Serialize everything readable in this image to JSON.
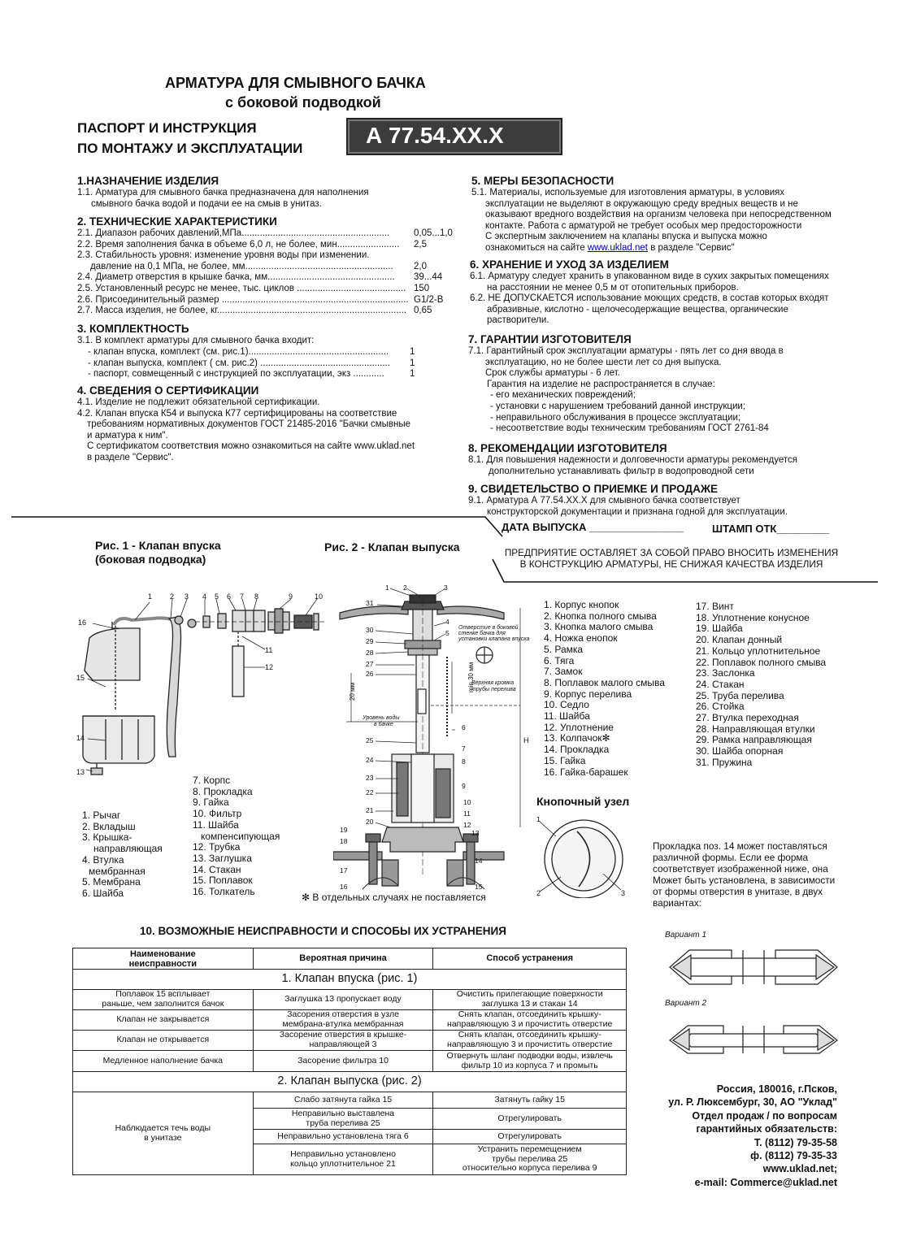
{
  "header": {
    "title1": "АРМАТУРА ДЛЯ СМЫВНОГО БАЧКА",
    "title2": "с боковой подводкой",
    "passport1": "ПАСПОРТ И ИНСТРУКЦИЯ",
    "passport2": "ПО МОНТАЖУ И ЭКСПЛУАТАЦИИ",
    "code": "А 77.54.XX.X"
  },
  "s1": {
    "h": "1.НАЗНАЧЕНИЕ ИЗДЕЛИЯ",
    "l1": "1.1. Арматура для смывного бачка предназначена для наполнения",
    "l2": "смывного бачка водой и подачи ее на смыв в унитаз."
  },
  "s2": {
    "h": "2. ТЕХНИЧЕСКИЕ ХАРАКТЕРИСТИКИ",
    "items": [
      {
        "l": "2.1. Диапазон рабочих давлений,МПа.........................................................",
        "v": "0,05...1,0"
      },
      {
        "l": "2.2. Время заполнения бачка в объеме 6,0 л, не более, мин........................",
        "v": "2,5"
      },
      {
        "l": "2.3. Стабильность уровня: изменение уровня воды при изменении.",
        "v": ""
      },
      {
        "l": "давление на 0,1 МПа, не более, мм.........................................................",
        "v": "2,0"
      },
      {
        "l": "2.4. Диаметр отверстия в крышке бачка, мм.................................................",
        "v": "39...44"
      },
      {
        "l": "2.5. Установленный ресурс не менее, тыс. циклов ..........................................",
        "v": "150"
      },
      {
        "l": "2.6. Присоединительный размер ........................................................................",
        "v": "G1/2-B"
      },
      {
        "l": "2.7. Масса изделия, не более, кг.........................................................................",
        "v": "0,65"
      }
    ]
  },
  "s3": {
    "h": "3. КОМПЛЕКТНОСТЬ",
    "l0": "3.1. В комплект арматуры для смывного бачка входит:",
    "items": [
      {
        "l": "- клапан впуска, комплект (см. рис.1)......................................................",
        "v": "1"
      },
      {
        "l": "- клапан выпуска, комплект ( см. рис.2) ..................................................",
        "v": "1"
      },
      {
        "l": "- паспорт, совмещенный с инструкцией по эксплуатации, экз ............",
        "v": "1"
      }
    ]
  },
  "s4": {
    "h": "4. СВЕДЕНИЯ О СЕРТИФИКАЦИИ",
    "lines": [
      "4.1. Изделие не подлежит обязательной сертификации.",
      "4.2. Клапан впуска К54 и выпуска К77 сертифицированы на соответствие",
      "требованиям нормативных документов ГОСТ 21485-2016 \"Бачки смывные",
      "и арматура к ним\".",
      "С сертификатом соответствия можно ознакомиться на сайте www.uklad.net",
      "в разделе \"Сервис\"."
    ]
  },
  "s5": {
    "h": "5. МЕРЫ БЕЗОПАСНОСТИ",
    "lines": [
      "5.1. Материалы, используемые для изготовления арматуры, в условиях",
      "эксплуатации не выделяют в окружающую среду вредных веществ и не",
      "оказывают вредного воздействия на организм человека при непосредственном",
      "контакте. Работа с арматурой не требует особых мер предосторожности",
      "С экспертным заключением на клапаны впуска и выпуска можно"
    ],
    "last_pre": "ознакомиться на сайте ",
    "link": "www.uklad.net",
    "last_post": " в разделе \"Сервис\""
  },
  "s6": {
    "h": "6. ХРАНЕНИЕ И УХОД ЗА ИЗДЕЛИЕМ",
    "lines": [
      "6.1. Арматуру следует хранить в упакованном виде в сухих закрытых помещениях",
      "на расстоянии не менее 0,5 м от отопительных приборов.",
      "6.2. НЕ ДОПУСКАЕТСЯ использование моющих средств, в состав которых входят",
      "абразивные, кислотно - щелочесодержащие вещества, органические",
      "растворители."
    ]
  },
  "s7": {
    "h": "7. ГАРАНТИИ ИЗГОТОВИТЕЛЯ",
    "lines": [
      "7.1. Гарантийный срок эксплуатации арматуры - пять лет со дня ввода в",
      "эксплуатацию, но не более шести лет со дня выпуска.",
      "Срок службы арматуры - 6 лет.",
      "Гарантия на изделие не распространяется в случае:",
      "- его механических повреждений;",
      "- установки с нарушением требований данной инструкции;",
      "- неправильного обслуживания в процессе эксплуатации;",
      "- несоответствие воды техническим требованиям ГОСТ 2761-84"
    ]
  },
  "s8": {
    "h": "8. РЕКОМЕНДАЦИИ ИЗГОТОВИТЕЛЯ",
    "lines": [
      "8.1.  Для повышения надежности и долговечности арматуры рекомендуется",
      "дополнительно устанавливать фильтр в водопроводной сети"
    ]
  },
  "s9": {
    "h": "9. СВИДЕТЕЛЬСТВО О ПРИЕМКЕ И ПРОДАЖЕ",
    "lines": [
      "9.1. Арматура А 77.54.XX.X  для смывного бачка соответствует",
      "конструкторской документации и признана годной для эксплуатации."
    ],
    "date": "ДАТА ВЫПУСКА ________________",
    "stamp": "ШТАМП ОТК_________"
  },
  "notice": {
    "l1": "ПРЕДПРИЯТИЕ ОСТАВЛЯЕТ ЗА СОБОЙ ПРАВО ВНОСИТЬ ИЗМЕНЕНИЯ",
    "l2": "В КОНСТРУКЦИЮ АРМАТУРЫ, НЕ СНИЖАЯ КАЧЕСТВА ИЗДЕЛИЯ"
  },
  "fig1": {
    "title1": "Рис. 1 - Клапан впуска",
    "title2": "(боковая подводка)",
    "legend_left": [
      "1. Рычаг",
      "2. Вкладыш",
      "3. Крышка-",
      "направляющая",
      "4. Втулка",
      "мембранная",
      "5. Мембрана",
      "6. Шайба"
    ],
    "legend_right": [
      "7. Корпс",
      "8. Прокладка",
      "9. Гайка",
      "10. Фильтр",
      "11. Шайба",
      "компенсипующая",
      "12. Трубка",
      "13. Заглушка",
      "14. Стакан",
      "15. Поплавок",
      "16. Толкатель"
    ],
    "callouts": [
      "1",
      "2",
      "3",
      "4",
      "5",
      "6",
      "7",
      "8",
      "9",
      "10",
      "11",
      "12",
      "13",
      "14",
      "15",
      "16"
    ]
  },
  "fig2": {
    "title": "Рис. 2 - Клапан выпуска",
    "legend_a": [
      "1. Корпус кнопок",
      "2. Кнопка полного смыва",
      "3. Кнопка малого смыва",
      "4. Ножка енопок",
      "5. Рамка",
      "6. Тяга",
      "7. Замок",
      "8. Поплавок малого смыва",
      "9. Корпус перелива",
      "10. Седло",
      "11. Шайба",
      "12. Уплотнение",
      "13. Колпачок",
      "14. Прокладка",
      "15. Гайка",
      "16. Гайка-барашек"
    ],
    "legend_b": [
      "17. Винт",
      "18. Уплотнение конусное",
      "19. Шайба",
      "20. Клапан донный",
      "21. Кольцо уплотнительное",
      "22. Поплавок полного смыва",
      "23. Заслонка",
      "24. Стакан",
      "25. Труба перелива",
      "26. Стойка",
      "27. Втулка переходная",
      "28. Направляющая втулки",
      "29. Рамка направляющая",
      "30. Шайба опорная",
      "31. Пружина"
    ],
    "star": "✻",
    "footnote": "В отдельных случаях не поставляется",
    "annot1": "Отверстие в боковой",
    "annot2": "стенке бачка для",
    "annot3": "установки клапана впуска",
    "dim20": "20 мм",
    "dim30": "min 30 мм",
    "dimH": "H",
    "edge1": "Верхняя кромка",
    "edge2": "трубы перелива",
    "level1": "Уровень воды",
    "level2": "в бачке",
    "callouts": [
      "1",
      "2",
      "3",
      "4",
      "5",
      "6",
      "7",
      "8",
      "9",
      "10",
      "11",
      "12",
      "13",
      "14",
      "15",
      "16",
      "17",
      "18",
      "19",
      "20",
      "21",
      "22",
      "23",
      "24",
      "25",
      "26",
      "27",
      "28",
      "29",
      "30",
      "31"
    ]
  },
  "button_unit": {
    "title": "Кнопочный узел",
    "c1": "1",
    "c2": "2",
    "c3": "3"
  },
  "gasket": {
    "lines": [
      "Прокладка поз. 14 может поставляться",
      "различной формы. Если ее форма",
      "соответствует изображенной ниже, она",
      "Может быть установлена, в зависимости",
      "от формы отверстия в унитазе, в двух",
      "вариантах:"
    ],
    "v1": "Вариант 1",
    "v2": "Вариант 2"
  },
  "s10": {
    "h": "10. ВОЗМОЖНЫЕ НЕИСПРАВНОСТИ И СПОСОБЫ ИХ УСТРАНЕНИЯ",
    "col1a": "Наименование",
    "col1b": "неисправности",
    "col2": "Вероятная причина",
    "col3": "Способ устранения",
    "sec1": "1. Клапан впуска (рис. 1)",
    "sec2": "2. Клапан выпуска (рис. 2)",
    "r1": {
      "a1": "Поплавок 15 всплывает",
      "a2": "раньше, чем заполнится бачок",
      "b": "Заглушка 13 пропускает воду",
      "c1": "Очистить прилегающие поверхности",
      "c2": "заглушка 13 и стакан 14"
    },
    "r2": {
      "a": "Клапан не закрывается",
      "b1": "Засорения отверстия в узле",
      "b2": "мембрана-втулка мембранная",
      "c1": "Снять клапан, отсоединить крышку-",
      "c2": "направляющую 3 и прочистить отверстие"
    },
    "r3": {
      "a": "Клапан не открывается",
      "b1": "Засорение отверстия в крышке-",
      "b2": "направляющей 3",
      "c1": "Снять клапан, отсоединить крышку-",
      "c2": "направляющую 3 и прочистить отверстие"
    },
    "r4": {
      "a": "Медленное наполнение бачка",
      "b": "Засорение фильтра 10",
      "c1": "Отвернуть шланг подводки воды, извлечь",
      "c2": "фильтр 10 из корпуса 7 и промыть"
    },
    "r5": {
      "a1": "Наблюдается течь воды",
      "a2": "в унитазе",
      "b1": "Слабо затянута гайка 15",
      "c1": "Затянуть гайку 15",
      "b2a": "Неправильно выставлена",
      "b2b": "труба перелива 25",
      "c2": "Отрегулировать",
      "b3": "Неправильно установлена тяга 6",
      "c3": "Отрегулировать",
      "b4a": "Неправильно установлено",
      "b4b": "кольцо уплотнительное 21",
      "c4a": "Устранить перемещением",
      "c4b": "трубы перелива 25",
      "c4c": "относительно корпуса перелива 9"
    }
  },
  "contacts": [
    "Россия, 180016, г.Псков,",
    "ул. Р. Люксембург, 30, АО \"Уклад\"",
    "Отдел продаж / по вопросам",
    "гарантийных обязательств:",
    "Т. (8112) 79-35-58",
    "ф. (8112) 79-35-33",
    "www.uklad.net;",
    "e-mail: Commerce@uklad.net"
  ]
}
